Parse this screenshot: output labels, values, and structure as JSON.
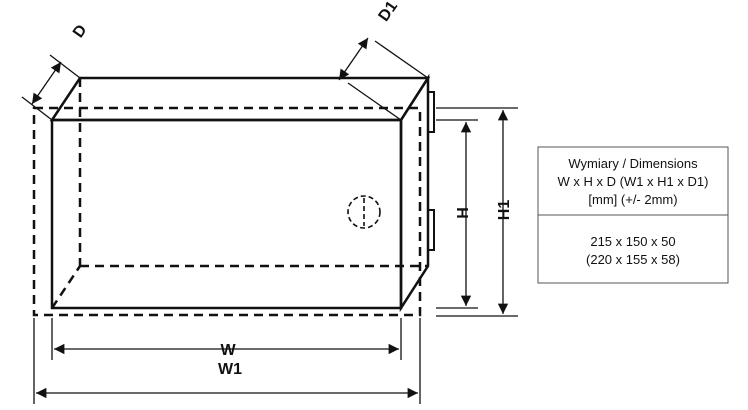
{
  "labels": {
    "w": "W",
    "w1": "W1",
    "h": "H",
    "h1": "H1",
    "d": "D",
    "d1": "D1"
  },
  "table": {
    "header_line1": "Wymiary / Dimensions",
    "header_line2": "W x H x D  (W1 x H1 x D1)",
    "header_line3": "[mm] (+/- 2mm)",
    "value_line1": "215 x 150 x 50",
    "value_line2": "(220 x 155 x 58)"
  },
  "colors": {
    "stroke": "#111111",
    "background": "#ffffff"
  }
}
